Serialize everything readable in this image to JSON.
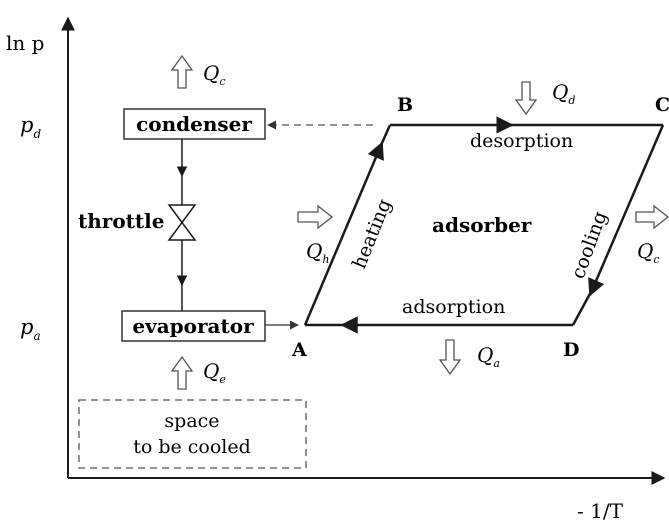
{
  "axes": {
    "y_label_main": "ln p",
    "x_label": "- 1/T",
    "p_d": {
      "base": "p",
      "sub": "d"
    },
    "p_a": {
      "base": "p",
      "sub": "a"
    }
  },
  "components": {
    "condenser": "condenser",
    "evaporator": "evaporator",
    "throttle": "throttle",
    "adsorber": "adsorber",
    "space_line1": "space",
    "space_line2": "to be cooled"
  },
  "points": {
    "A": "A",
    "B": "B",
    "C": "C",
    "D": "D"
  },
  "processes": {
    "heating": "heating",
    "desorption": "desorption",
    "cooling": "cooling",
    "adsorption": "adsorption"
  },
  "heat_flows": {
    "Qc": {
      "base": "Q",
      "sub": "c"
    },
    "Qd": {
      "base": "Q",
      "sub": "d"
    },
    "Qh": {
      "base": "Q",
      "sub": "h"
    },
    "Qcool": {
      "base": "Q",
      "sub": "c"
    },
    "Qa": {
      "base": "Q",
      "sub": "a"
    },
    "Qe": {
      "base": "Q",
      "sub": "e"
    }
  },
  "colors": {
    "line": "#1a1a1a",
    "arrow_outline": "#555555",
    "dashed": "#555555"
  }
}
